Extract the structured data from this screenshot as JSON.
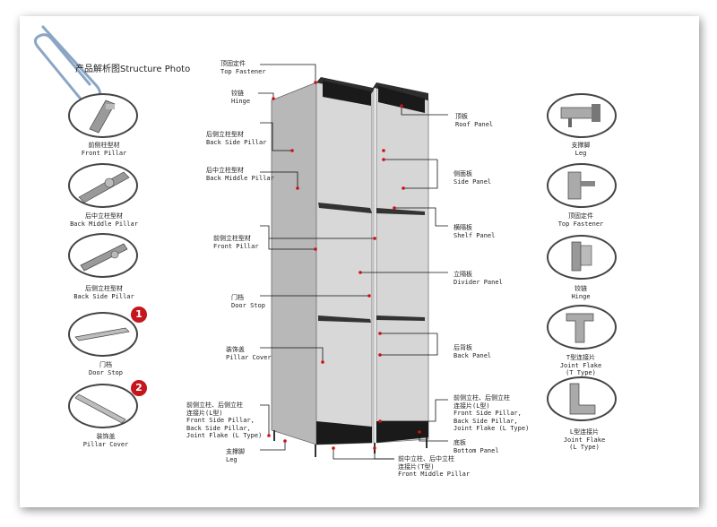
{
  "title": "产品解析图Structure Photo",
  "left_parts": [
    {
      "cn": "前侧柱型材",
      "en": "Front Pillar"
    },
    {
      "cn": "后中立柱型材",
      "en": "Back Middle Pillar"
    },
    {
      "cn": "后侧立柱型材",
      "en": "Back Side Pillar"
    },
    {
      "cn": "门档",
      "en": "Door Stop",
      "badge": "1"
    },
    {
      "cn": "装饰盖",
      "en": "Pillar Cover",
      "badge": "2"
    }
  ],
  "right_parts": [
    {
      "cn": "支撑脚",
      "en": "Leg"
    },
    {
      "cn": "顶固定件",
      "en": "Top Fastener"
    },
    {
      "cn": "铰链",
      "en": "Hinge"
    },
    {
      "cn": "T型连接片",
      "en": "Joint Flake",
      "en2": "(T Type)"
    },
    {
      "cn": "L型连接片",
      "en": "Joint Flake",
      "en2": "(L Type)"
    }
  ],
  "callouts_left": {
    "top_fastener": {
      "cn": "顶固定件",
      "en": "Top Fastener"
    },
    "hinge": {
      "cn": "铰链",
      "en": "Hinge"
    },
    "back_side_pillar": {
      "cn": "后侧立柱型材",
      "en": "Back Side Pillar"
    },
    "back_middle_pillar": {
      "cn": "后中立柱型材",
      "en": "Back Middle Pillar"
    },
    "front_pillar": {
      "cn": "前侧立柱型材",
      "en": "Front Pillar"
    },
    "door_stop": {
      "cn": "门档",
      "en": "Door Stop"
    },
    "pillar_cover": {
      "cn": "装饰盖",
      "en": "Pillar Cover"
    },
    "joint_flake_l": {
      "l1": "前侧立柱、后侧立柱",
      "l2": "连接片(L型)",
      "l3": "Front Side Pillar,",
      "l4": "Back Side Pillar,",
      "l5": "Joint Flake (L Type)"
    },
    "leg": {
      "cn": "支撑脚",
      "en": "Leg"
    }
  },
  "callouts_right": {
    "roof_panel": {
      "cn": "顶板",
      "en": "Roof Panel"
    },
    "side_panel": {
      "cn": "侧面板",
      "en": "Side Panel"
    },
    "shelf_panel": {
      "cn": "横隔板",
      "en": "Shelf Panel"
    },
    "divider_panel": {
      "cn": "立隔板",
      "en": "Divider Panel"
    },
    "back_panel": {
      "cn": "后背板",
      "en": "Back Panel"
    },
    "joint_flake_t": {
      "l1": "前侧立柱、后侧立柱",
      "l2": "连接片(L型)",
      "l3": "Front Side Pillar,",
      "l4": "Back Side Pillar,",
      "l5": "Joint Flake (L Type)"
    },
    "bottom_panel": {
      "cn": "底板",
      "en": "Bottom Panel"
    },
    "back_middle_joint": {
      "l1": "前中立柱、后中立柱",
      "l2": "连接片(T型)",
      "l3": "Front Middle Pillar"
    }
  }
}
